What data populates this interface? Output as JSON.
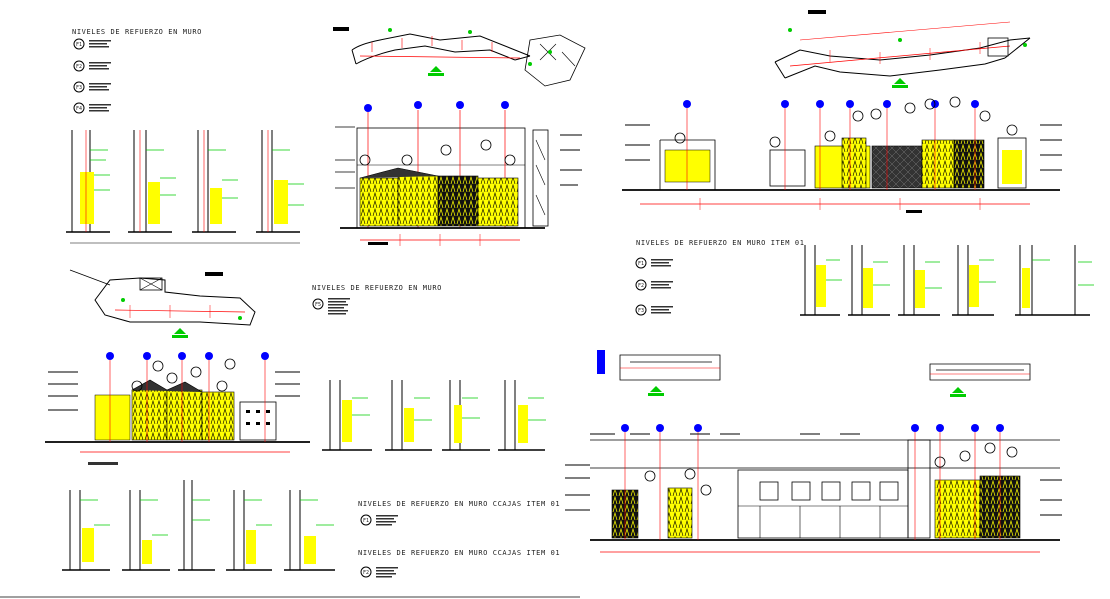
{
  "headings": {
    "muro_1": "NIVELES DE REFUERZO EN MURO",
    "muro_2": "NIVELES DE REFUERZO EN MURO",
    "muro_item": "NIVELES DE REFUERZO EN MURO ITEM 01",
    "cajas_1": "NIVELES DE REFUERZO EN MURO CCAJAS ITEM 01",
    "cajas_2": "NIVELES DE REFUERZO EN MURO CCAJAS ITEM 01"
  },
  "legend_tags": {
    "set_a": [
      "F1",
      "F2",
      "F3",
      "F4"
    ],
    "set_b": [
      "F5"
    ],
    "set_c": [
      "F1",
      "F2",
      "F3"
    ],
    "set_d": [
      "F1",
      "F2"
    ]
  },
  "colors": {
    "wall_fill": "#ffff00",
    "dim_red": "#ff0000",
    "dim_green": "#00cc00",
    "tag_blue": "#0000ff",
    "line_black": "#000000",
    "background": "#ffffff"
  }
}
